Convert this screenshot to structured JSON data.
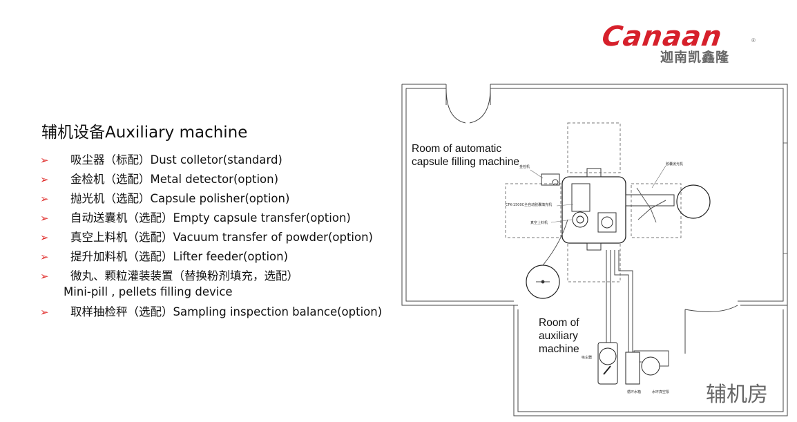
{
  "brand": {
    "logo_text": "Canaan",
    "logo_cn": "迦南凯鑫隆",
    "registered": "®"
  },
  "heading": "辅机设备Auxiliary machine",
  "bullet_glyph": "➢",
  "items": [
    {
      "text": "吸尘器（标配）Dust colletor(standard)"
    },
    {
      "text": "金检机（选配）Metal detector(option)"
    },
    {
      "text": "抛光机（选配）Capsule polisher(option)"
    },
    {
      "text": "自动送囊机（选配）Empty capsule transfer(option)"
    },
    {
      "text": "真空上料机（选配）Vacuum transfer of powder(option)"
    },
    {
      "text": "提升加料机（选配）Lifter feeder(option)"
    },
    {
      "text": "微丸、颗粒灌装装置（替换粉剂填充，选配）",
      "sub": "Mini-pill , pellets filling device"
    },
    {
      "text": "取样抽检秤（选配）Sampling inspection balance(option)"
    }
  ],
  "floorplan": {
    "room_main": "Room of automatic capsule filling machine",
    "room_aux": "Room of auxiliary machine",
    "room_aux_cn": "辅机房",
    "tiny_labels": {
      "metal_detector": "金检机",
      "filling_machine": "CFK-1500C全自动胶囊填充机",
      "vacuum_loader": "真空上料机",
      "polisher": "胶囊抛光机",
      "dust_collector": "吸尘器",
      "water_tank": "循环水箱",
      "vacuum_pump": "水环真空泵"
    }
  },
  "colors": {
    "brand_red": "#d6202b",
    "bullet_red": "#e0312f",
    "brand_grey": "#666666"
  }
}
